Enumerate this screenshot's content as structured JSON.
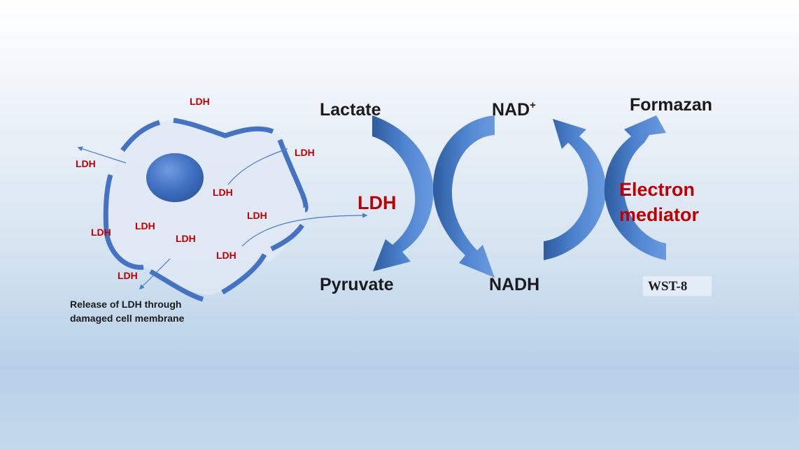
{
  "cell": {
    "ldh_labels": [
      "LDH",
      "LDH",
      "LDH",
      "LDH",
      "LDH",
      "LDH",
      "LDH",
      "LDH",
      "LDH",
      "LDH"
    ],
    "caption_line1": "Release of LDH through",
    "caption_line2": "damaged cell membrane"
  },
  "reaction": {
    "lactate": "Lactate",
    "pyruvate": "Pyruvate",
    "enzyme": "LDH",
    "nad": "NAD",
    "nad_sup": "+",
    "nadh": "NADH",
    "formazan": "Formazan",
    "mediator_line1": "Electron",
    "mediator_line2": "mediator",
    "wst": "WST-8"
  },
  "colors": {
    "arrow": "#4a7cc7",
    "membrane": "#4472c4",
    "red_text": "#c00000"
  }
}
